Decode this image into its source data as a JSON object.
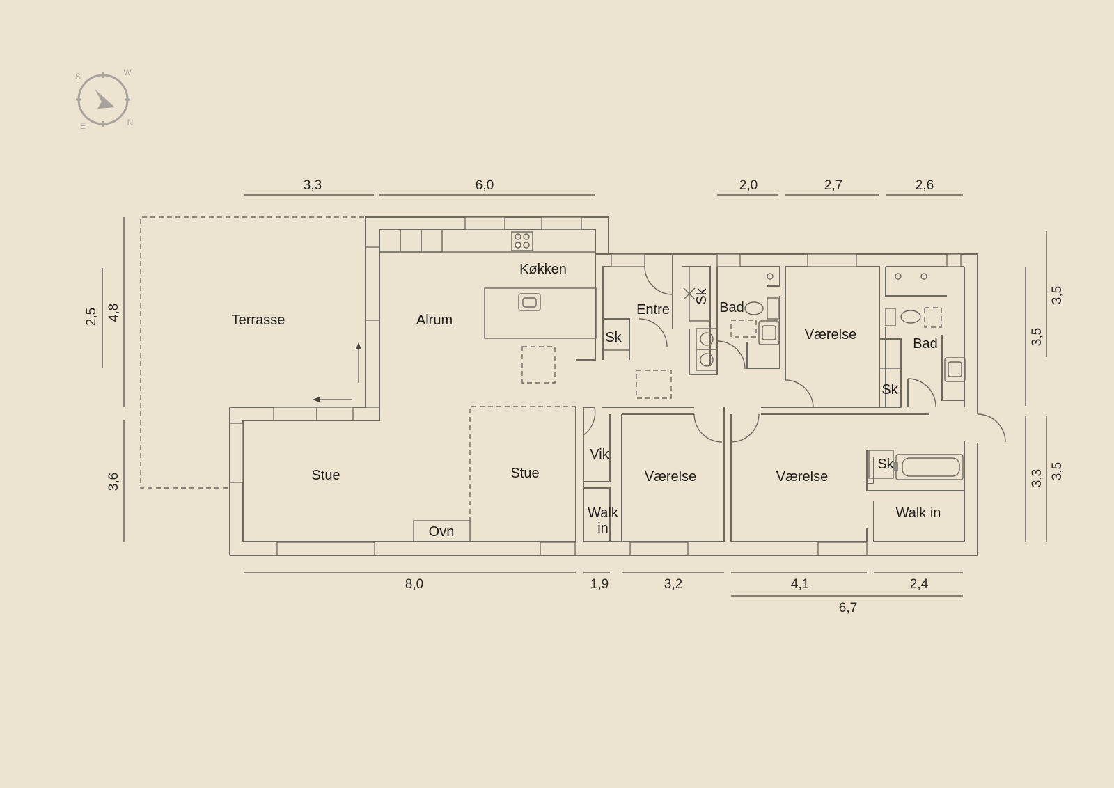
{
  "compass": {
    "letters": [
      "S",
      "W",
      "N",
      "E"
    ],
    "icon": "compass-icon"
  },
  "dimensions": {
    "top": [
      "3,3",
      "6,0",
      "2,0",
      "2,7",
      "2,6"
    ],
    "bottom": [
      "8,0",
      "1,9",
      "3,2",
      "4,1",
      "2,4"
    ],
    "bottom_total": "6,7",
    "left": [
      "2,5",
      "4,8",
      "3,6"
    ],
    "right": [
      "3,5",
      "3,5",
      "3,3",
      "3,5"
    ]
  },
  "rooms": {
    "terrasse": "Terrasse",
    "alrum": "Alrum",
    "kokken": "Køkken",
    "entre": "Entre",
    "bad_1": "Bad",
    "bad_2": "Bad",
    "vaerelse_1": "Værelse",
    "vaerelse_2": "Værelse",
    "vaerelse_3": "Værelse",
    "stue_1": "Stue",
    "stue_2": "Stue",
    "vik": "Vik",
    "walk_in_1": [
      "Walk",
      "in"
    ],
    "walk_in_2": "Walk in",
    "ovn": "Ovn",
    "sk": "Sk"
  },
  "colors": {
    "background": "#ece3d1",
    "wall": "#6d6860",
    "text": "#1f1d1a",
    "compass": "#a8a49d"
  }
}
